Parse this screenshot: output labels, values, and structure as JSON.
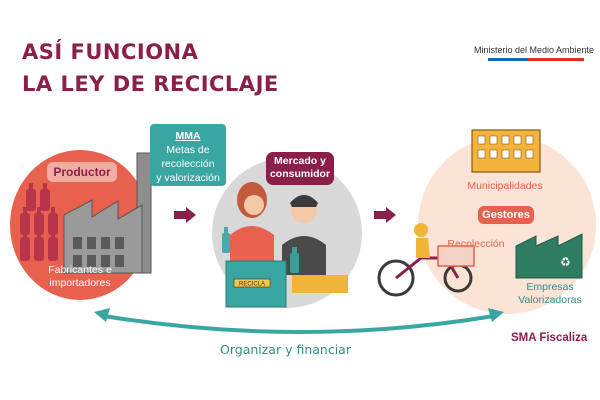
{
  "title": {
    "line1": "ASÍ FUNCIONA",
    "line2": "LA LEY DE RECICLAJE"
  },
  "ministry": "Ministerio del Medio Ambiente",
  "productor": {
    "label": "Productor",
    "caption_line1": "Fabricantes e",
    "caption_line2": "importadores"
  },
  "mma": {
    "label": "MMA",
    "line1": "Metas de",
    "line2": "recolección",
    "line3": "y valorización"
  },
  "mercado": {
    "line1": "Mercado y",
    "line2": "consumidor",
    "bin_label": "RECICLA"
  },
  "gestores": {
    "municipalidades": "Municipalidades",
    "label": "Gestores",
    "recoleccion": "Recolección",
    "empresas_line1": "Empresas",
    "empresas_line2": "Valorizadoras"
  },
  "bottom": {
    "flow_label": "Organizar y financiar",
    "sma": "SMA Fiscaliza"
  },
  "colors": {
    "primary": "#8a1f4a",
    "coral": "#e8614f",
    "teal": "#3aa6a2",
    "gov_blue": "#0f69b4",
    "gov_red": "#e22c2c"
  }
}
